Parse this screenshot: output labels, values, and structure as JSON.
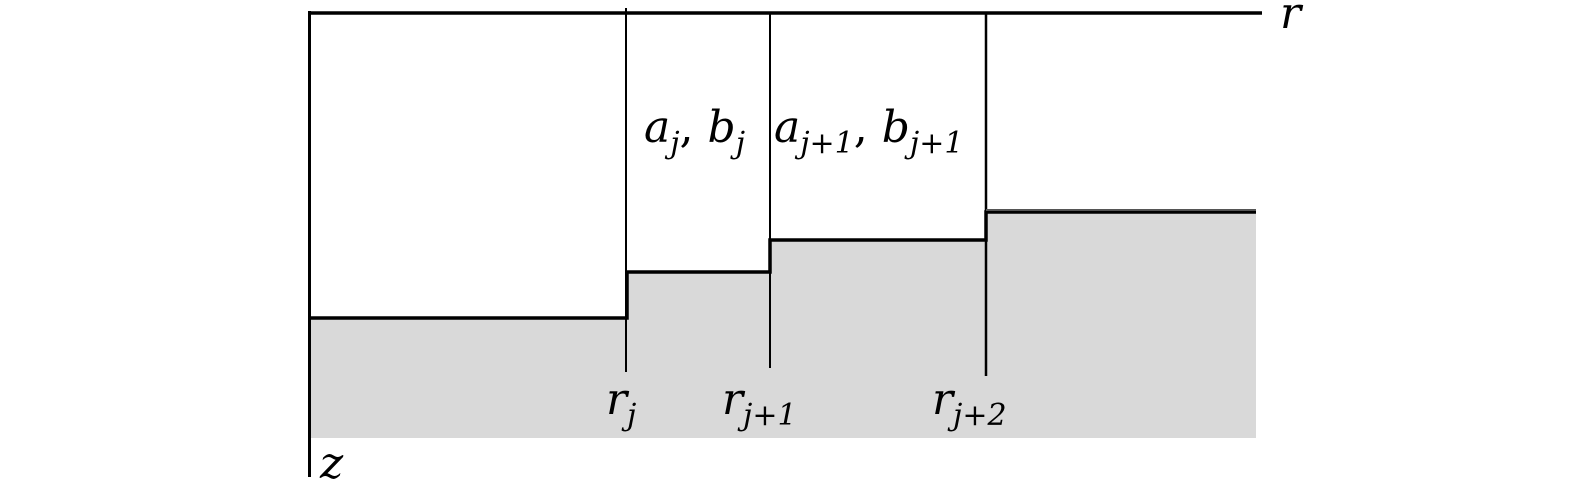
{
  "colors": {
    "region_fill": "#d9d9d9",
    "line": "#000000",
    "background": "#ffffff"
  },
  "axes": {
    "horizontal_label": "r",
    "vertical_label": "z"
  },
  "boundaries": [
    {
      "base": "r",
      "sub": "j"
    },
    {
      "base": "r",
      "sub": "j+1"
    },
    {
      "base": "r",
      "sub": "j+2"
    }
  ],
  "layers": [
    {
      "a": "a",
      "a_sub": "j",
      "sep": ", ",
      "b": "b",
      "b_sub": "j"
    },
    {
      "a": "a",
      "a_sub": "j+1",
      "sep": ", ",
      "b": "b",
      "b_sub": "j+1"
    }
  ]
}
